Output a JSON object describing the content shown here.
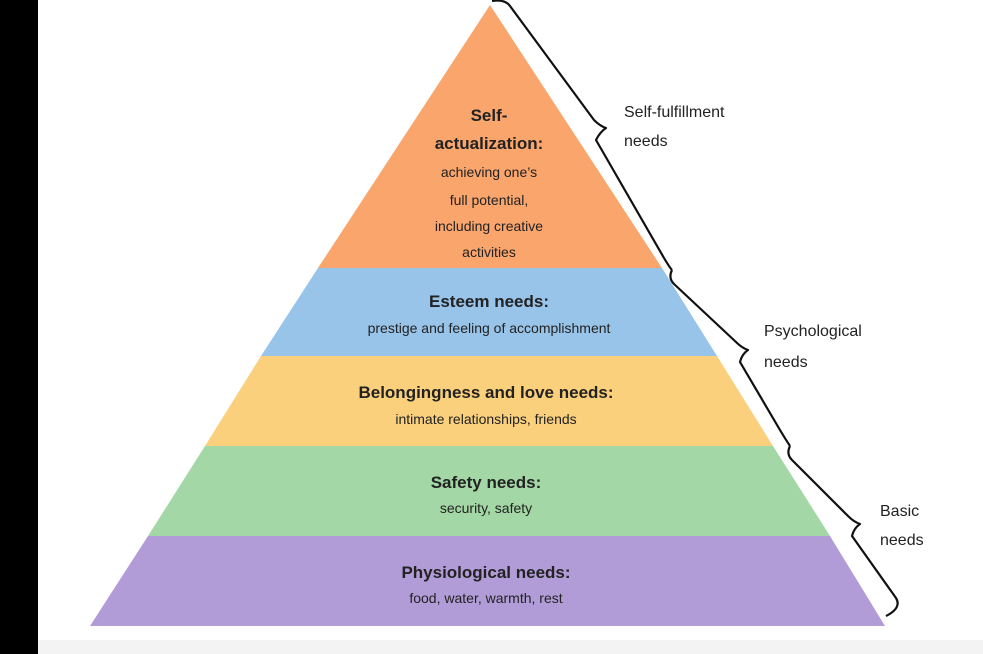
{
  "levels": [
    {
      "key": "self-actualization",
      "title_lines": [
        "Self-",
        "actualization:"
      ],
      "desc_lines": [
        "achieving one’s",
        "full potential,",
        "including creative",
        "activities"
      ],
      "color": "#f9a56c"
    },
    {
      "key": "esteem",
      "title_lines": [
        "Esteem needs:"
      ],
      "desc_lines": [
        "prestige and feeling of accomplishment"
      ],
      "color": "#98c4e9"
    },
    {
      "key": "belongingness",
      "title_lines": [
        "Belongingness and love needs:"
      ],
      "desc_lines": [
        "intimate relationships, friends"
      ],
      "color": "#fbd07c"
    },
    {
      "key": "safety",
      "title_lines": [
        "Safety needs:"
      ],
      "desc_lines": [
        "security, safety"
      ],
      "color": "#a3d7a5"
    },
    {
      "key": "physiological",
      "title_lines": [
        "Physiological needs:"
      ],
      "desc_lines": [
        "food, water, warmth, rest"
      ],
      "color": "#b19cd7"
    }
  ],
  "groups": {
    "self_fulfillment": [
      "Self-fulfillment",
      "needs"
    ],
    "psychological": [
      "Psychological",
      "needs"
    ],
    "basic": [
      "Basic",
      "needs"
    ]
  },
  "colors": {
    "background": "#000000",
    "panel": "#ffffff",
    "text": "#222222"
  }
}
